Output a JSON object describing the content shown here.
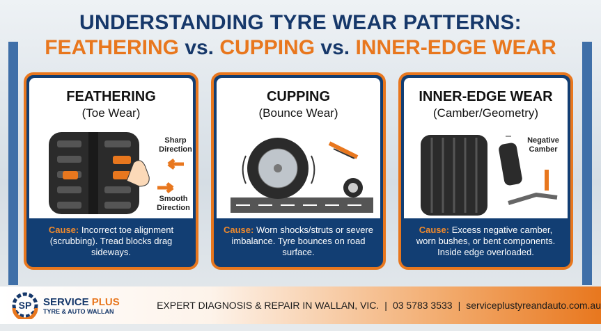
{
  "title": {
    "line1": "UNDERSTANDING TYRE WEAR PATTERNS:",
    "part1": "FEATHERING",
    "vs1": "vs.",
    "part2": "CUPPING",
    "vs2": "vs.",
    "part3": "INNER-EDGE WEAR"
  },
  "cards": [
    {
      "heading": "FEATHERING",
      "subheading": "(Toe Wear)",
      "labels": [
        "Sharp Direction",
        "Smooth Direction"
      ],
      "cause_label": "Cause:",
      "cause": "Incorrect toe alignment (scrubbing). Tread blocks drag sideways."
    },
    {
      "heading": "CUPPING",
      "subheading": "(Bounce Wear)",
      "cause_label": "Cause:",
      "cause": "Worn shocks/struts or severe imbalance. Tyre bounces on road surface."
    },
    {
      "heading": "INNER-EDGE WEAR",
      "subheading": "(Camber/Geometry)",
      "labels": [
        "Negative Camber"
      ],
      "cause_label": "Cause:",
      "cause": "Excess negative camber, worn bushes, or bent components. Inside edge overloaded."
    }
  ],
  "footer": {
    "brand": "SERVICE",
    "brand_accent": "PLUS",
    "brand_sub": "TYRE & AUTO WALLAN",
    "logo_text": "SP",
    "tagline": "EXPERT DIAGNOSIS & REPAIR IN WALLAN, VIC.",
    "sep": "|",
    "phone": "03 5783 3533",
    "website": "serviceplustyreandauto.com.au"
  },
  "colors": {
    "navy": "#16386a",
    "orange": "#e8771e"
  }
}
